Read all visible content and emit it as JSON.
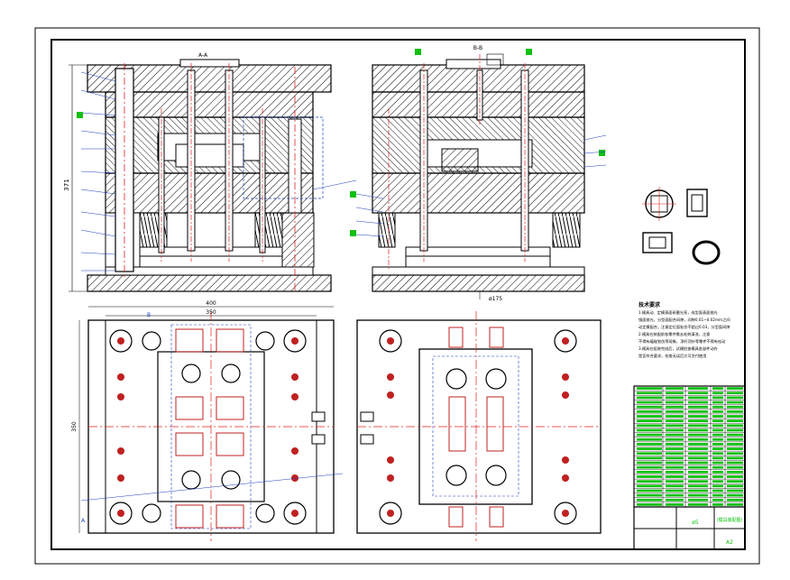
{
  "sections": {
    "section_a": "A-A",
    "section_b": "B-B"
  },
  "dimensions": {
    "height_371": "371",
    "width_400": "400",
    "width_350": "350",
    "height_350": "350",
    "dia_175": "ø175"
  },
  "cut_marks": {
    "a": "A",
    "b": "B"
  },
  "notes": {
    "title": "技术要求",
    "lines": [
      "1.模具动、定模表面研磨光亮，成型面表面抛光",
      "镜面抛光，分型面配合间隙，间隙0.01~0.02mm之间",
      "动定模配合，注意定位面贴合不超过0.03，分型面间隙",
      "2.模具在装配前各零件需去毛刺清洗，注意",
      "不得有磕碰划伤等现象，顶杆顶针等零件不得有松动",
      "3.模具在组装完成后，试模检查模具各部件动作",
      "是否符合要求，检查无误后方可交付使用"
    ]
  },
  "title_block": {
    "scale": "ø5",
    "drawing_name": "(模具装配图)",
    "sheet_size": "A2"
  },
  "colors": {
    "line": "#000000",
    "centerline": "#e02020",
    "hatch": "#000000",
    "dimension": "#1a3fbf",
    "callout": "#11c011",
    "table": "#11c011"
  }
}
